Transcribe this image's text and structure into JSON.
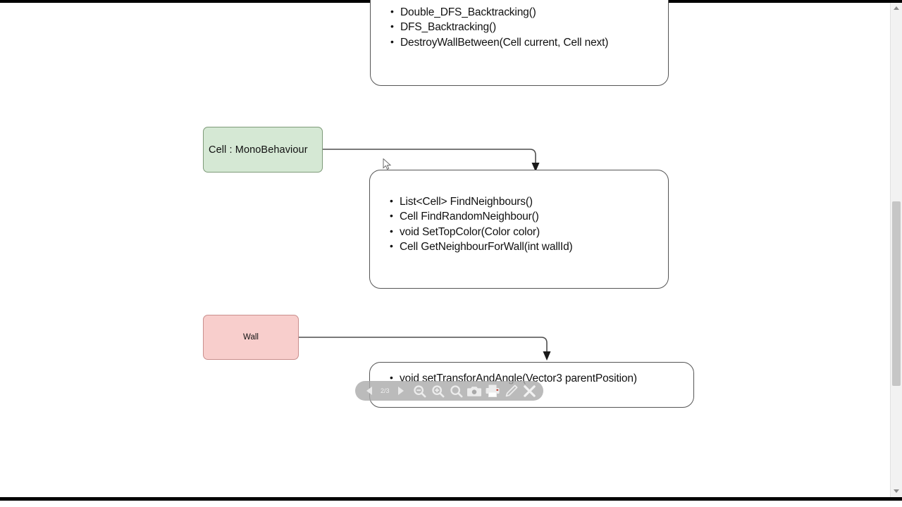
{
  "viewer": {
    "toolbar": {
      "page_indicator": "2/3",
      "buttons": [
        {
          "name": "prev-page-button",
          "label": "Previous page"
        },
        {
          "name": "next-page-button",
          "label": "Next page"
        },
        {
          "name": "zoom-out-button",
          "label": "Zoom out"
        },
        {
          "name": "zoom-in-button",
          "label": "Zoom in"
        },
        {
          "name": "zoom-fit-button",
          "label": "Zoom"
        },
        {
          "name": "snapshot-button",
          "label": "Snapshot"
        },
        {
          "name": "print-button",
          "label": "Print"
        },
        {
          "name": "annotate-button",
          "label": "Annotate"
        },
        {
          "name": "close-button",
          "label": "Close"
        }
      ]
    },
    "scrollbar": {
      "position_label": "vertical-scrollbar"
    }
  },
  "diagram": {
    "colors": {
      "class_green_fill": "#d5e8d4",
      "class_green_stroke": "#7d9a78",
      "class_pink_fill": "#f8cecc",
      "class_pink_stroke": "#c98f8d",
      "method_box_stroke": "#555555",
      "connector": "#4d4d4d"
    },
    "nodes": [
      {
        "id": "maze-methods",
        "type": "method-list",
        "methods": [
          "Double_DFS_Backtracking()",
          "DFS_Backtracking()",
          "DestroyWallBetween(Cell current, Cell next)"
        ]
      },
      {
        "id": "cell",
        "type": "class",
        "title": "Cell : MonoBehaviour"
      },
      {
        "id": "cell-methods",
        "type": "method-list",
        "methods": [
          "List<Cell> FindNeighbours()",
          "Cell FindRandomNeighbour()",
          "void SetTopColor(Color color)",
          "Cell GetNeighbourForWall(int wallId)"
        ]
      },
      {
        "id": "wall",
        "type": "class",
        "title": "Wall"
      },
      {
        "id": "wall-methods",
        "type": "method-list",
        "methods": [
          "void setTransforAndAngle(Vector3 parentPosition)"
        ]
      }
    ]
  }
}
